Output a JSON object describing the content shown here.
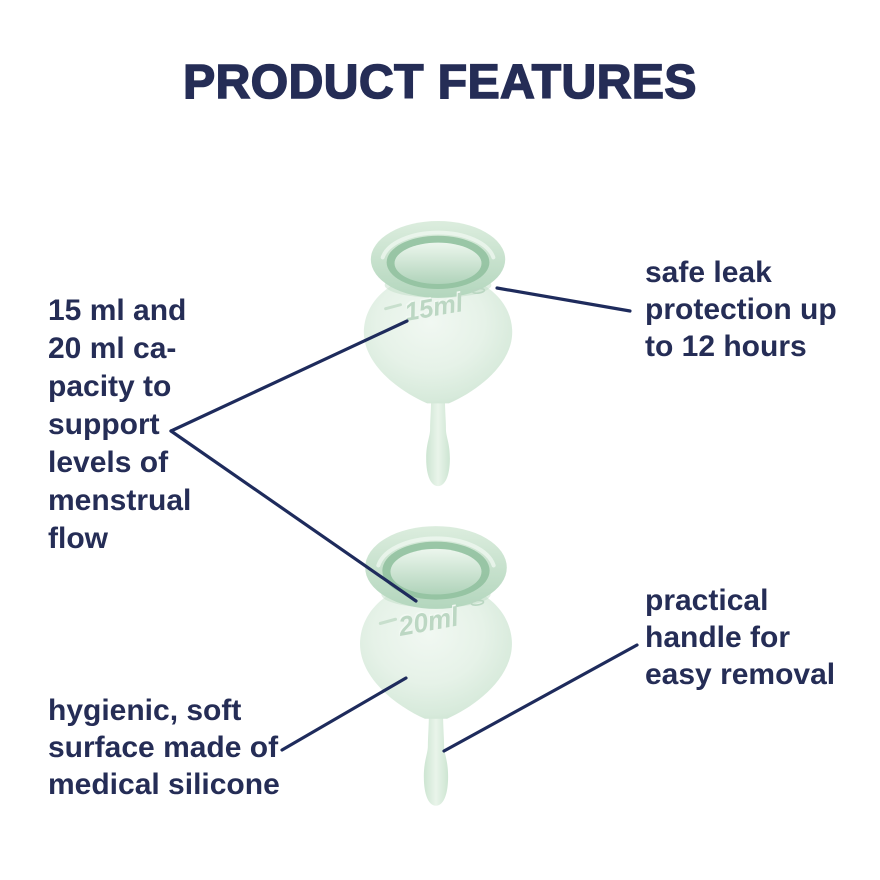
{
  "title": "PRODUCT FEATURES",
  "colors": {
    "text_navy": "#252d56",
    "connector_navy": "#1e2b5c",
    "cup_green_light": "#e6f2e8",
    "cup_green_mid": "#c9e4cf",
    "cup_green_dark": "#8fbf9d",
    "background": "#ffffff"
  },
  "cups": [
    {
      "label": "small menstrual cup",
      "capacity_marking": "15ml"
    },
    {
      "label": "large menstrual cup",
      "capacity_marking": "20ml"
    }
  ],
  "annotations": {
    "capacity": {
      "lines": [
        "15 ml and",
        "20 ml ca-",
        "pacity to",
        "support",
        "levels of",
        "menstrual",
        "flow"
      ]
    },
    "leak_protection": {
      "lines": [
        "safe leak",
        "protection up",
        "to 12 hours"
      ]
    },
    "handle": {
      "lines": [
        "practical",
        "handle for",
        "easy removal"
      ]
    },
    "hygienic_surface": {
      "lines": [
        "hygienic, soft",
        "surface made of",
        "medical silicone"
      ]
    }
  }
}
